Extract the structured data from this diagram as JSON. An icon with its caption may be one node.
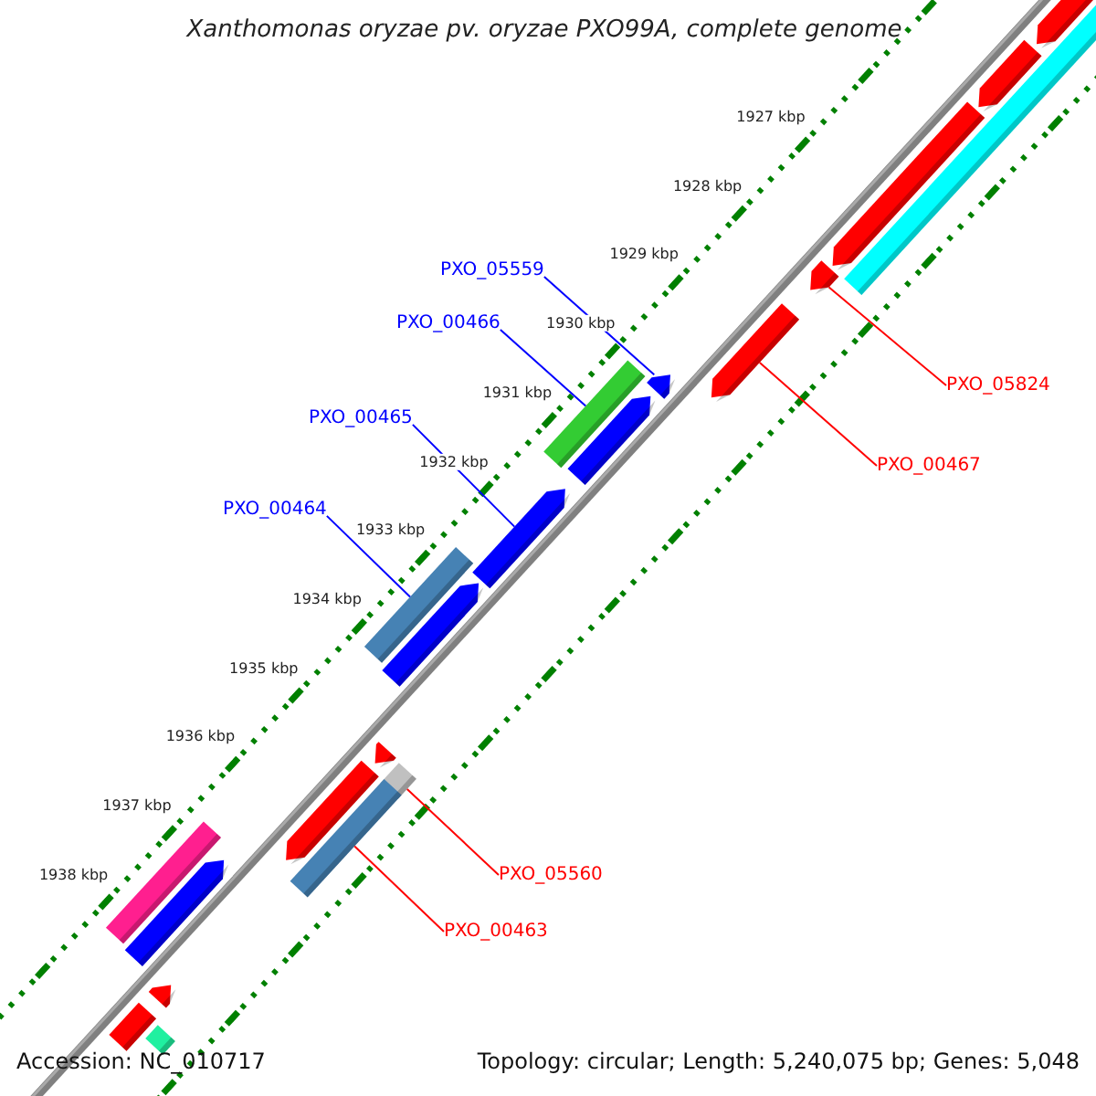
{
  "diagram": {
    "title": "Xanthomonas oryzae pv. oryzae PXO99A, complete genome",
    "nodes": [
      {
        "text": [
          "PXO_05559"
        ]
      },
      {
        "text": [
          "PXO_00466"
        ]
      },
      {
        "text": [
          "PXO_05824"
        ]
      },
      {
        "text": [
          "PXO_00465"
        ]
      },
      {
        "text": [
          "PXO_00467"
        ]
      },
      {
        "text": [
          "PXO_00464"
        ]
      },
      {
        "text": [
          "PXO_05560"
        ]
      },
      {
        "text": [
          "PXO_00463"
        ]
      },
      {
        "text": [],
        "shape": "arrow"
      },
      {
        "text": [],
        "shape": "arrow"
      },
      {
        "text": [],
        "shape": "bar"
      },
      {
        "text": [],
        "shape": "arrow"
      },
      {
        "text": [],
        "shape": "arrow"
      },
      {
        "text": [],
        "shape": "arrow"
      },
      {
        "text": [],
        "shape": "arrow"
      },
      {
        "text": [],
        "shape": "bar"
      },
      {
        "text": [],
        "shape": "arrow"
      },
      {
        "text": [],
        "shape": "arrow"
      },
      {
        "text": [],
        "shape": "bar"
      },
      {
        "text": [],
        "shape": "arrow"
      },
      {
        "text": [],
        "shape": "arrow"
      },
      {
        "text": [],
        "shape": "bar"
      },
      {
        "text": [],
        "shape": "arrow"
      },
      {
        "text": [],
        "shape": "bar"
      },
      {
        "text": [],
        "shape": "bar"
      },
      {
        "text": [],
        "shape": "arrow"
      },
      {
        "text": [],
        "shape": "arrow"
      },
      {
        "text": [],
        "shape": "bar"
      },
      {
        "text": [],
        "shape": "bar"
      }
    ],
    "edges": [
      {
        "from": 0,
        "to": 14,
        "arrow": "none"
      },
      {
        "from": 1,
        "to": 15,
        "arrow": "none"
      },
      {
        "from": 2,
        "to": 12,
        "arrow": "none",
        "color": "#ff0000"
      },
      {
        "from": 3,
        "to": 17,
        "arrow": "none"
      },
      {
        "from": 4,
        "to": 13,
        "arrow": "none",
        "color": "#ff0000"
      },
      {
        "from": 5,
        "to": 18,
        "arrow": "none"
      },
      {
        "from": 6,
        "to": 21,
        "arrow": "none",
        "color": "#ff0000"
      },
      {
        "from": 7,
        "to": 23,
        "arrow": "none",
        "color": "#ff0000"
      }
    ],
    "labels": [
      "1927 kbp",
      "1928 kbp",
      "1929 kbp",
      "1930 kbp",
      "1931 kbp",
      "1932 kbp",
      "1933 kbp",
      "1934 kbp",
      "1935 kbp",
      "1936 kbp",
      "1937 kbp",
      "1938 kbp",
      "Accession: NC_010717",
      "Topology: circular; Length: 5,240,075 bp; Genes: 5,048"
    ]
  }
}
